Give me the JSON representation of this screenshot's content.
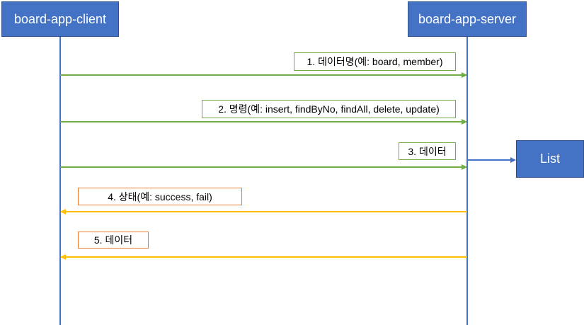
{
  "participants": {
    "client": "board-app-client",
    "server": "board-app-server"
  },
  "store": {
    "label": "List"
  },
  "messages": [
    {
      "label": "1. 데이터명(예: board, member)",
      "direction": "request"
    },
    {
      "label": "2. 명령(예: insert, findByNo, findAll, delete, update)",
      "direction": "request"
    },
    {
      "label": "3. 데이터",
      "direction": "request"
    },
    {
      "label": "4. 상태(예: success, fail)",
      "direction": "response"
    },
    {
      "label": "5. 데이터",
      "direction": "response"
    }
  ],
  "colors": {
    "participant_fill": "#4472c4",
    "request_arrow": "#70ad47",
    "response_arrow": "#ffc000",
    "response_label_border": "#ed7d31",
    "lifeline": "#4472c4"
  }
}
